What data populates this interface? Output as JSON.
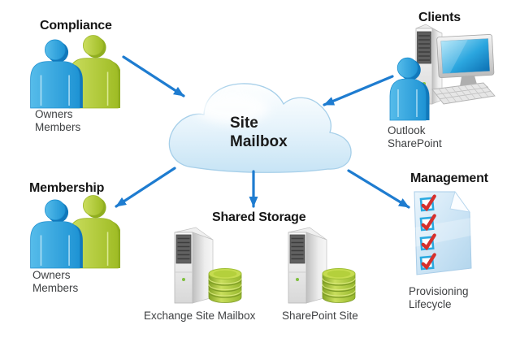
{
  "center": {
    "label": "Site Mailbox"
  },
  "nodes": {
    "compliance": {
      "title": "Compliance",
      "caption": "Owners Members"
    },
    "clients": {
      "title": "Clients",
      "caption": "Outlook SharePoint"
    },
    "membership": {
      "title": "Membership",
      "caption": "Owners Members"
    },
    "shared_storage": {
      "title": "Shared Storage",
      "items": [
        {
          "label": "Exchange Site Mailbox"
        },
        {
          "label": "SharePoint Site"
        }
      ]
    },
    "management": {
      "title": "Management",
      "caption": "Provisioning Lifecycle"
    }
  },
  "colors": {
    "arrow": "#1E7CD0",
    "person_blue": "#2BA1DD",
    "person_green": "#B5CE39",
    "cloud_fill": "#D9EDF9",
    "database_green": "#A9CB36",
    "checkbox_cyan": "#2AA9E0",
    "checkmark_red": "#D6302C",
    "document_blue": "#CFE5F5",
    "heading_text": "#161616",
    "caption_text": "#3F4143"
  }
}
